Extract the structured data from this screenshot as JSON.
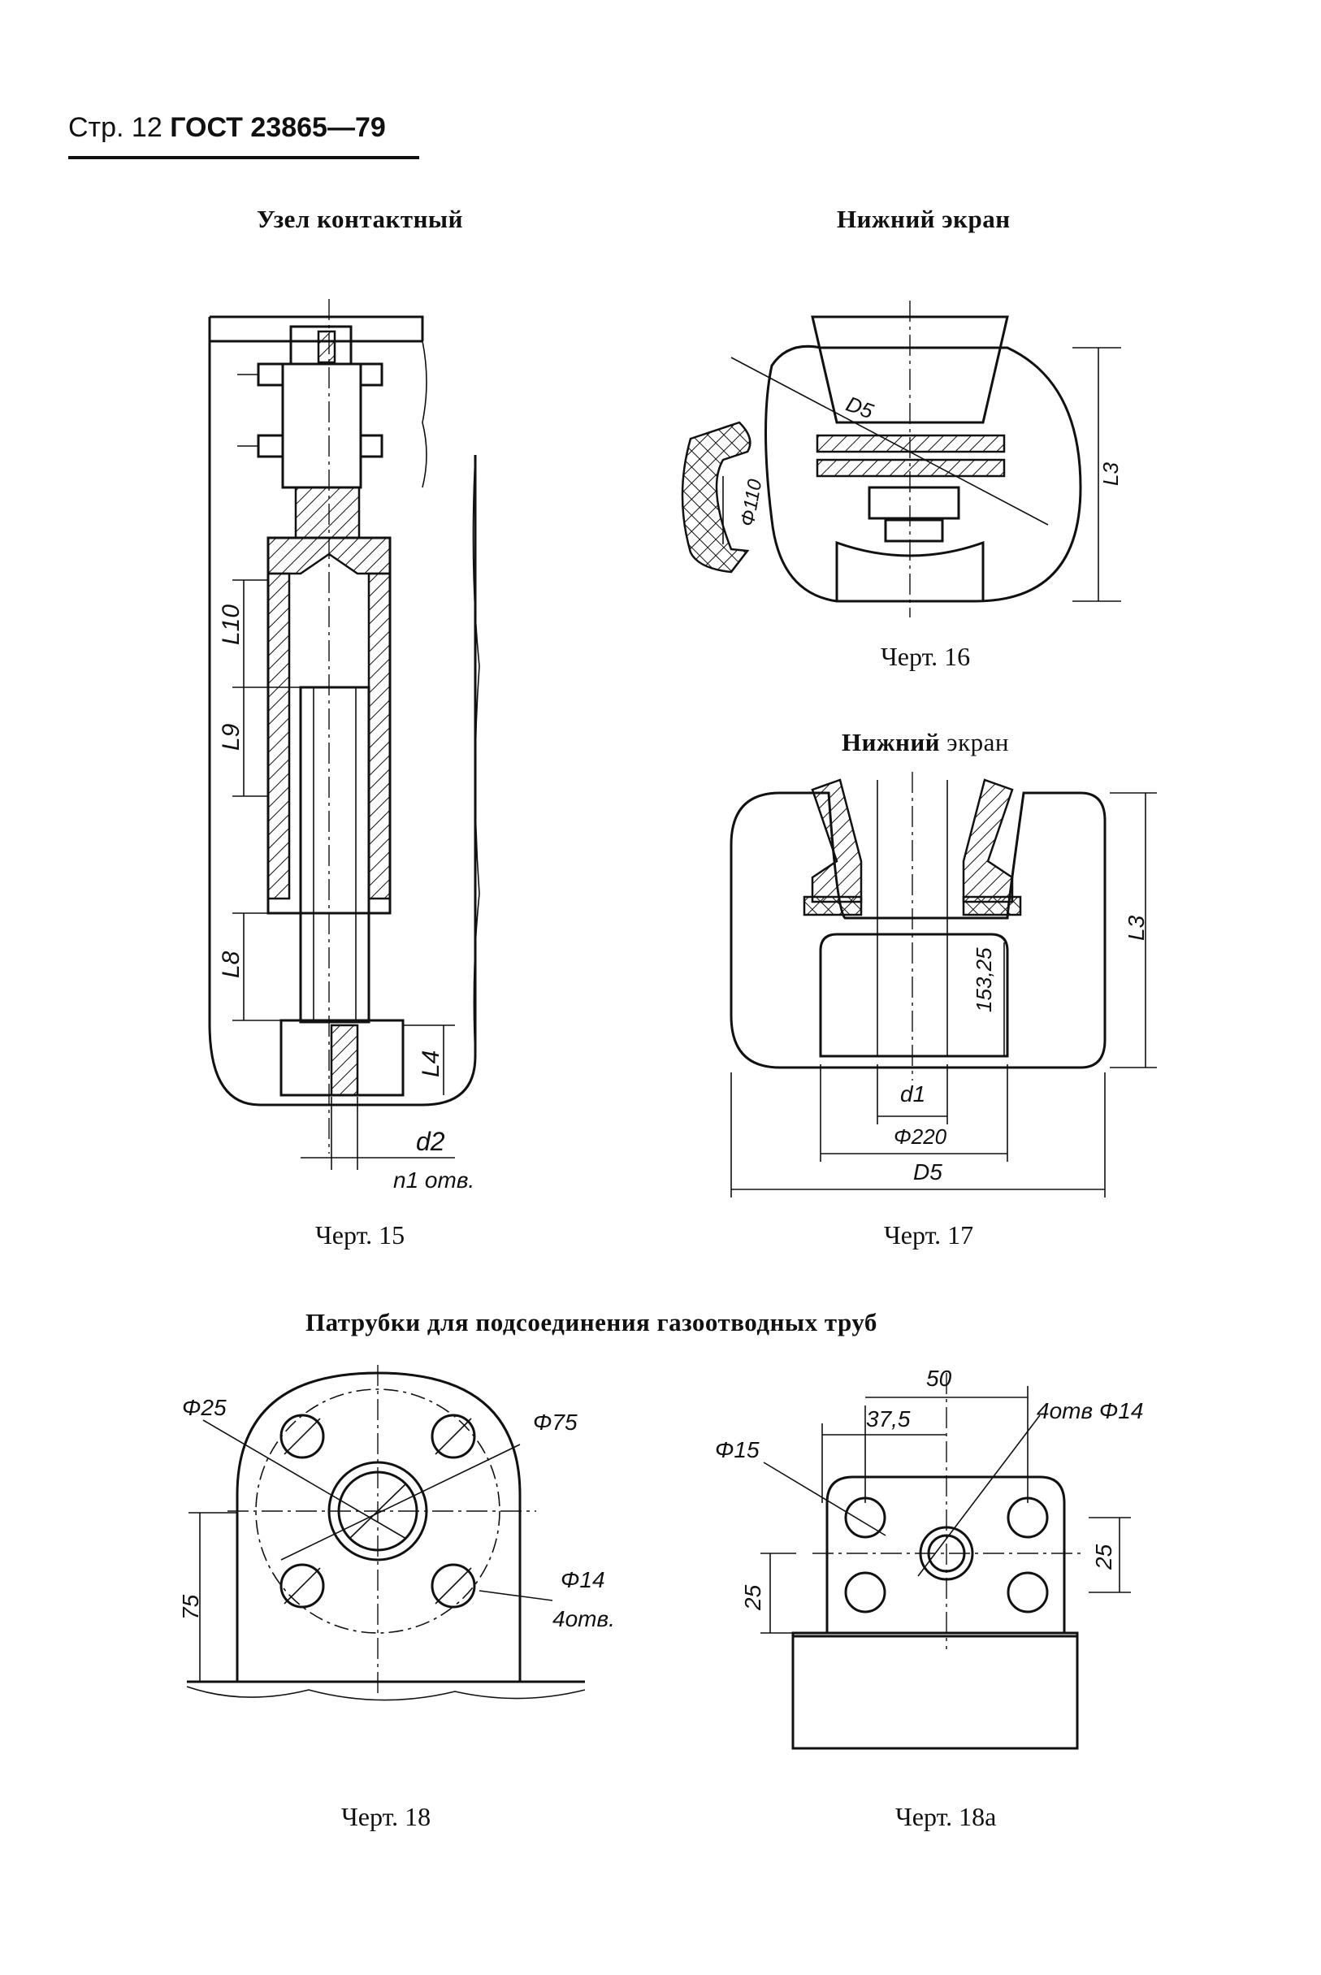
{
  "header": {
    "page": "Стр. 12",
    "standard": "ГОСТ 23865—79"
  },
  "sections": {
    "contact_unit": "Узел контактный",
    "lower_screen_1": "Нижний экран",
    "lower_screen_2_bold": "Нижний",
    "lower_screen_2_rest": "экран",
    "pipes": "Патрубки для подсоединения газоотводных труб"
  },
  "captions": {
    "fig15": "Черт. 15",
    "fig16": "Черт. 16",
    "fig17": "Черт. 17",
    "fig18": "Черт. 18",
    "fig18a": "Черт. 18а"
  },
  "fig15_labels": {
    "l10": "L10",
    "l9": "L9",
    "l8": "L8",
    "l4": "L4",
    "d2": "d2",
    "holes": "n1 отв."
  },
  "fig16_labels": {
    "d5": "D5",
    "phi110": "Φ110",
    "l3": "L3"
  },
  "fig17_labels": {
    "l3": "L3",
    "h": "153,25",
    "d1": "d1",
    "phi220": "Φ220",
    "d5": "D5"
  },
  "fig18_labels": {
    "phi25": "Φ25",
    "phi75": "Φ75",
    "phi14": "Φ14",
    "holes": "4отв.",
    "h75": "75"
  },
  "fig18a_labels": {
    "w50": "50",
    "w375": "37,5",
    "holes": "4отв Φ14",
    "phi15": "Φ15",
    "v25a": "25",
    "v25b": "25"
  }
}
